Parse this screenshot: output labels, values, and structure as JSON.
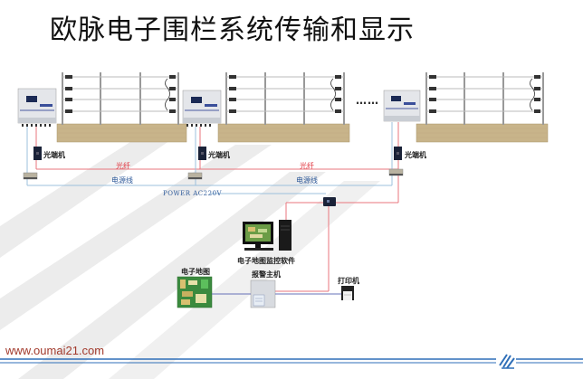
{
  "title": "欧脉电子围栏系统传输和显示",
  "diagram": {
    "fence_units": [
      {
        "converter_label": "光端机"
      },
      {
        "converter_label": "光端机"
      },
      {
        "converter_label": "光端机"
      }
    ],
    "ellipsis": "……",
    "fiber_label_1": "光纤",
    "fiber_label_2": "光纤",
    "power_cable_label_1": "电源线",
    "power_cable_label_2": "电源线",
    "power_label": "POWER AC220V",
    "software_label": "电子地图监控软件",
    "alarm_host_label": "报警主机",
    "map_label": "电子地图",
    "printer_label": "打印机"
  },
  "footer": {
    "url": "www.oumai21.com"
  },
  "colors": {
    "fiber": "#e8767e",
    "power": "#9cc0dc",
    "serial": "#6670b8",
    "footer_line": "#2f6fb8",
    "url": "#a23a2c"
  }
}
